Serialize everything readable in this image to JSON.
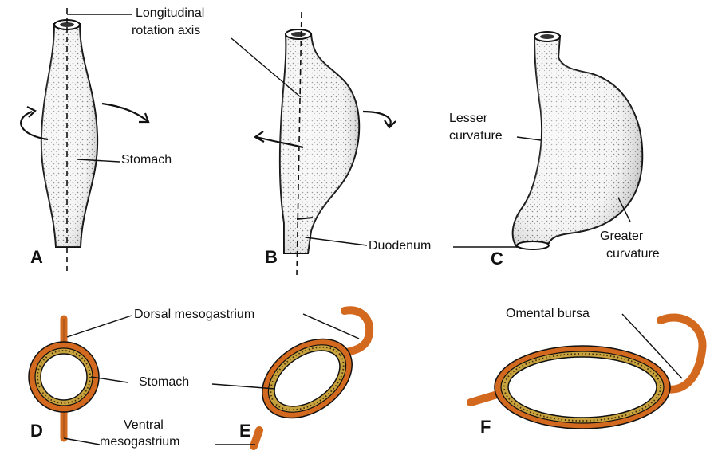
{
  "labels": {
    "long_axis_1": "Longitudinal",
    "long_axis_2": "rotation axis",
    "stomach_a": "Stomach",
    "lesser_1": "Lesser",
    "lesser_2": "curvature",
    "duodenum": "Duodenum",
    "greater_1": "Greater",
    "greater_2": "curvature",
    "dorsal_meso": "Dorsal mesogastrium",
    "stomach_de": "Stomach",
    "ventral_1": "Ventral",
    "ventral_2": "mesogastrium",
    "omental": "Omental bursa"
  },
  "panels": {
    "a": "A",
    "b": "B",
    "c": "C",
    "d": "D",
    "e": "E",
    "f": "F"
  },
  "colors": {
    "mesentery": "#d2691e",
    "wall": "#c8a23c",
    "stroke": "#111111"
  }
}
